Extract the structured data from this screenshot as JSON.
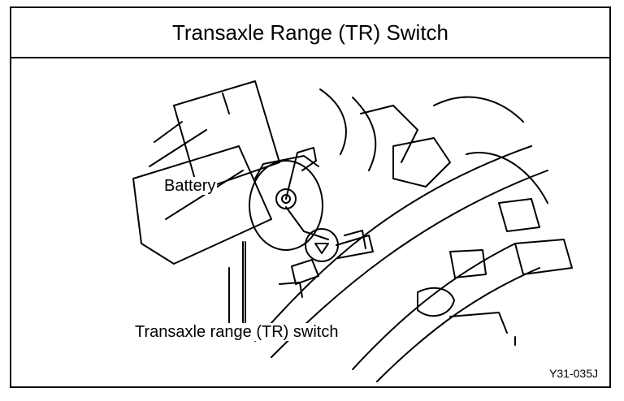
{
  "figure": {
    "title": "Transaxle Range (TR) Switch",
    "callouts": {
      "battery": "Battery",
      "tr_switch": "Transaxle range (TR) switch"
    },
    "figure_code": "Y31-035J"
  }
}
